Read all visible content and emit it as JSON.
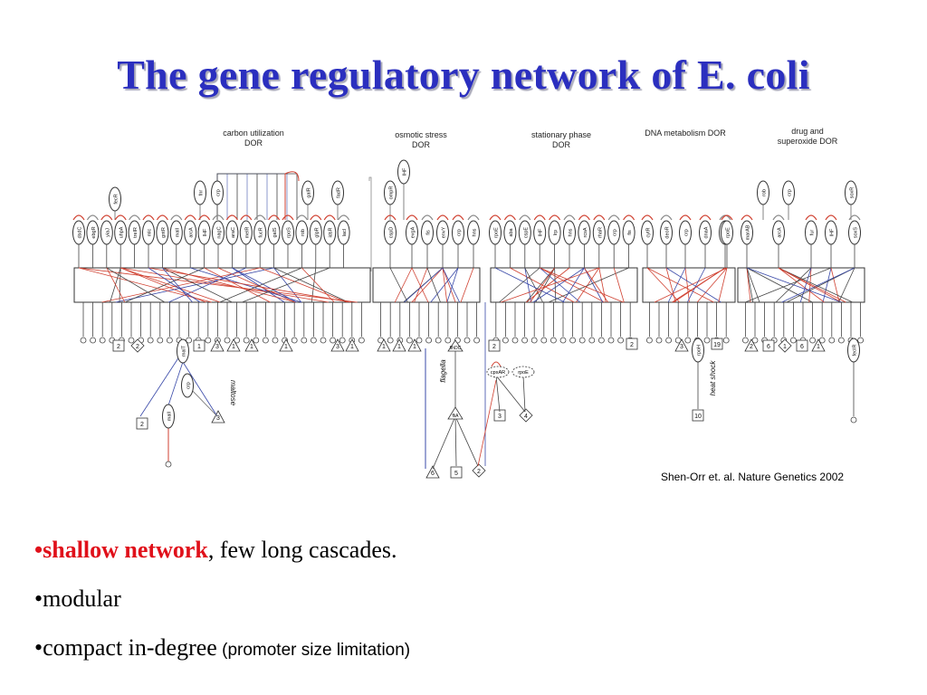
{
  "slide": {
    "title": "The gene regulatory network of E. coli",
    "citation": "Shen-Orr et. al. Nature Genetics 2002"
  },
  "modules": [
    {
      "id": "carbon",
      "label1": "carbon utilization",
      "label2": "DOR"
    },
    {
      "id": "osmotic",
      "label1": "osmotic stress",
      "label2": "DOR"
    },
    {
      "id": "stationary",
      "label1": "stationary phase",
      "label2": "DOR"
    },
    {
      "id": "dna",
      "label1": "DNA metabolism DOR",
      "label2": ""
    },
    {
      "id": "drug",
      "label1": "drug and",
      "label2": "superoxide DOR"
    }
  ],
  "regulators": {
    "bottom_row": [
      "dsdC",
      "ebgR",
      "yiaJ",
      "uhpA",
      "trelR",
      "mlc",
      "gntR",
      "malI",
      "arcA",
      "IHF",
      "nagC",
      "araC",
      "melR",
      "fucR",
      "galS",
      "rpoS",
      "rob",
      "glpR",
      "idsR",
      "lacI",
      "cspD",
      "evgA",
      "fis",
      "envY",
      "crp",
      "hns",
      "rpoE",
      "aba",
      "cspE",
      "IHF",
      "lrp",
      "hns",
      "rcsA",
      "rhaR",
      "crp",
      "fis",
      "cytR",
      "deoR",
      "crp",
      "dnaA",
      "fis",
      "rpoE",
      "marAB",
      "arcA",
      "fur",
      "IHF",
      "soxS"
    ],
    "top_row": [
      "fecR",
      "fnr",
      "crp",
      "galR",
      "fadR",
      "ompR",
      "IHF",
      "rob",
      "crp",
      "soxR"
    ],
    "lower": [
      "malT",
      "crp",
      "malI",
      "flhDC",
      "fliA",
      "cpxAR",
      "rpoE",
      "rpoH",
      "fecIR"
    ]
  },
  "annotations": {
    "maltose": "maltose",
    "flagella": "flagella",
    "heat_shock": "heat shock"
  },
  "output_counts": {
    "carbon_bottom": [
      "2",
      "2",
      "1",
      "3",
      "1",
      "1",
      "1",
      "3",
      "1"
    ],
    "osmotic_bottom": [
      "1",
      "1",
      "1"
    ],
    "stationary_bottom": [
      "2",
      "2"
    ],
    "dna_bottom": [
      "3",
      "19"
    ],
    "drug_bottom": [
      "2",
      "6",
      "1",
      "6",
      "1"
    ],
    "maltose": [
      "2",
      "3"
    ],
    "flagella": [
      "6",
      "5",
      "2"
    ],
    "cpx": [
      "3",
      "4"
    ],
    "heat": [
      "10"
    ]
  },
  "bullets": [
    {
      "marker": "•",
      "highlight": "shallow network",
      "text": ", few long cascades.",
      "note": ""
    },
    {
      "marker": "•",
      "highlight": "",
      "text": "modular",
      "note": ""
    },
    {
      "marker": "•",
      "highlight": "",
      "text": "compact in-degree",
      "note": " (promoter size limitation)"
    }
  ],
  "colors": {
    "title": "#2b2fbf",
    "highlight": "#e0101a",
    "edge_blue": "#3848a8",
    "edge_red": "#d04030",
    "edge_gray": "#444444"
  }
}
